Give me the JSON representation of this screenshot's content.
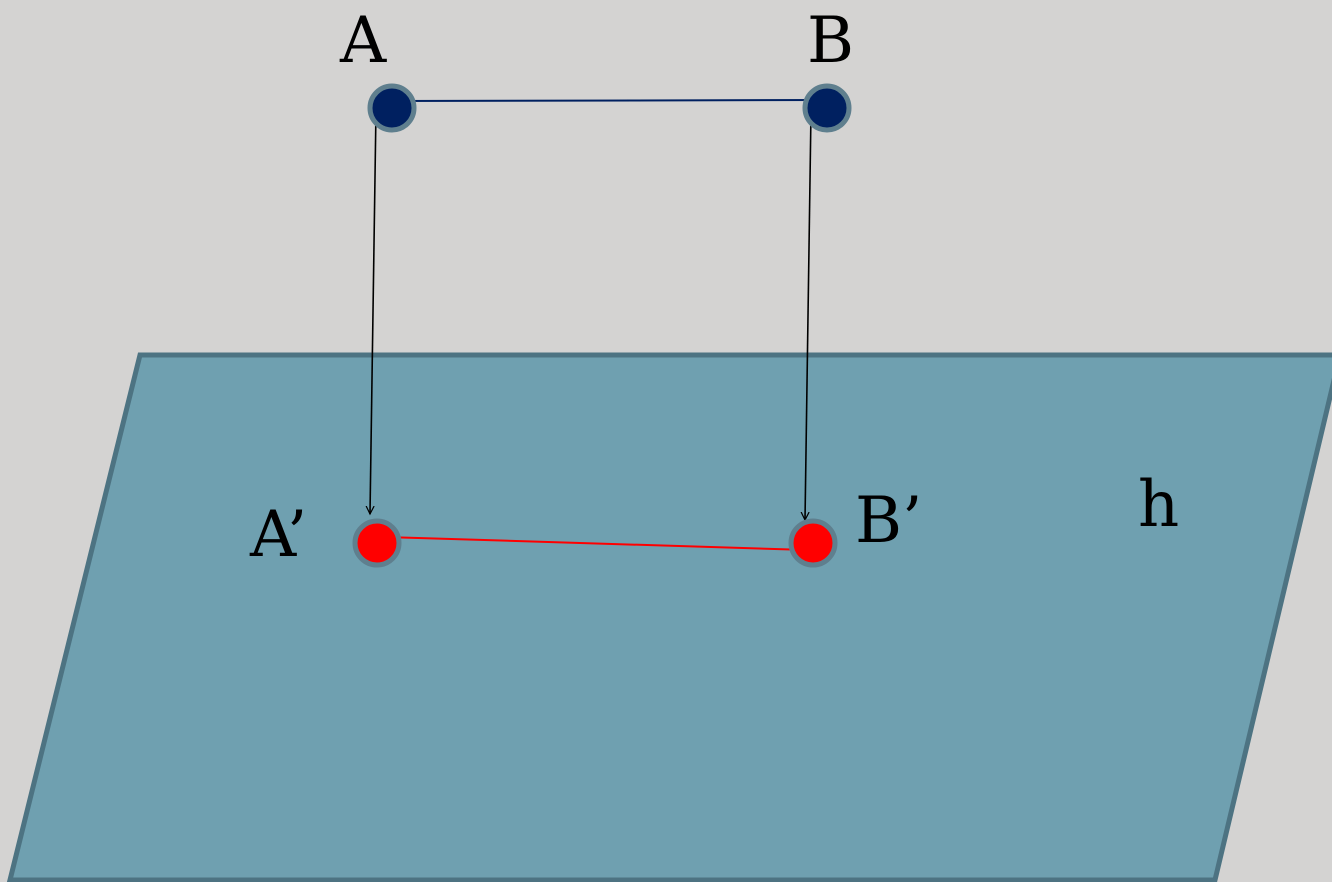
{
  "labels": {
    "point_a": "A",
    "point_b": "B",
    "projection_a": "A’",
    "projection_b": "B’",
    "plane": "h"
  },
  "colors": {
    "background": "#d4d3d2",
    "plane_fill": "#6fa0b0",
    "plane_border": "#4d7382",
    "original_points": "#002060",
    "projected_points": "#ff0000",
    "point_outline": "#5f7f8e",
    "segment_ab": "#002060",
    "segment_projection": "#ff0000",
    "projection_arrows": "#000000"
  }
}
